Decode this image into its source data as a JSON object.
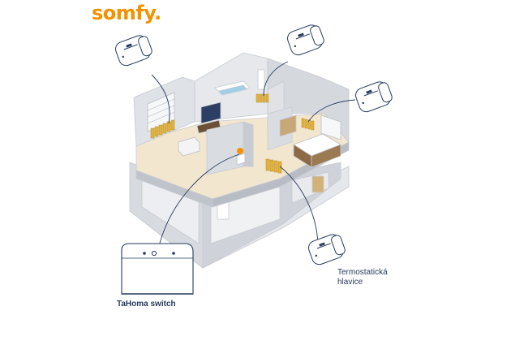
{
  "brand": {
    "logo_text": "somfy.",
    "color": "#f39200"
  },
  "labels": {
    "hub": "TaHoma switch",
    "thermostat_line1": "Termostatická",
    "thermostat_line2": "hlavice"
  },
  "colors": {
    "ink": "#263a5e",
    "wall": "#dfe2e6",
    "wall_shade": "#c9cdd3",
    "floor": "#f3e6cf",
    "accent_gold": "#e2b33c",
    "water": "#9fd0e8"
  },
  "icons": {
    "thermostat": "thermostatic-head-icon",
    "hub": "tahoma-switch-icon"
  }
}
